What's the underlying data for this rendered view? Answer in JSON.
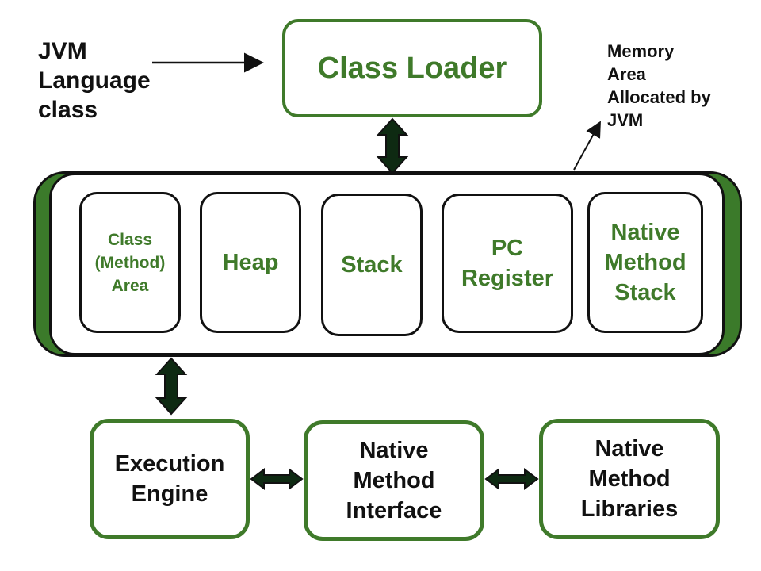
{
  "jvm_language_class": [
    "JVM",
    "Language",
    "class"
  ],
  "class_loader": "Class Loader",
  "memory_note": [
    "Memory",
    "Area",
    "Allocated by",
    "JVM"
  ],
  "runtime_areas": {
    "class_area": [
      "Class",
      "(Method)",
      "Area"
    ],
    "heap": "Heap",
    "stack": "Stack",
    "pc_register": [
      "PC",
      "Register"
    ],
    "native_method_stack": [
      "Native",
      "Method",
      "Stack"
    ]
  },
  "execution_engine": [
    "Execution",
    "Engine"
  ],
  "native_method_interface": [
    "Native",
    "Method",
    "Interface"
  ],
  "native_method_libraries": [
    "Native",
    "Method",
    "Libraries"
  ],
  "colors": {
    "green": "#3f7a2a",
    "dark_green": "#3b7a2a",
    "black": "#111111"
  }
}
